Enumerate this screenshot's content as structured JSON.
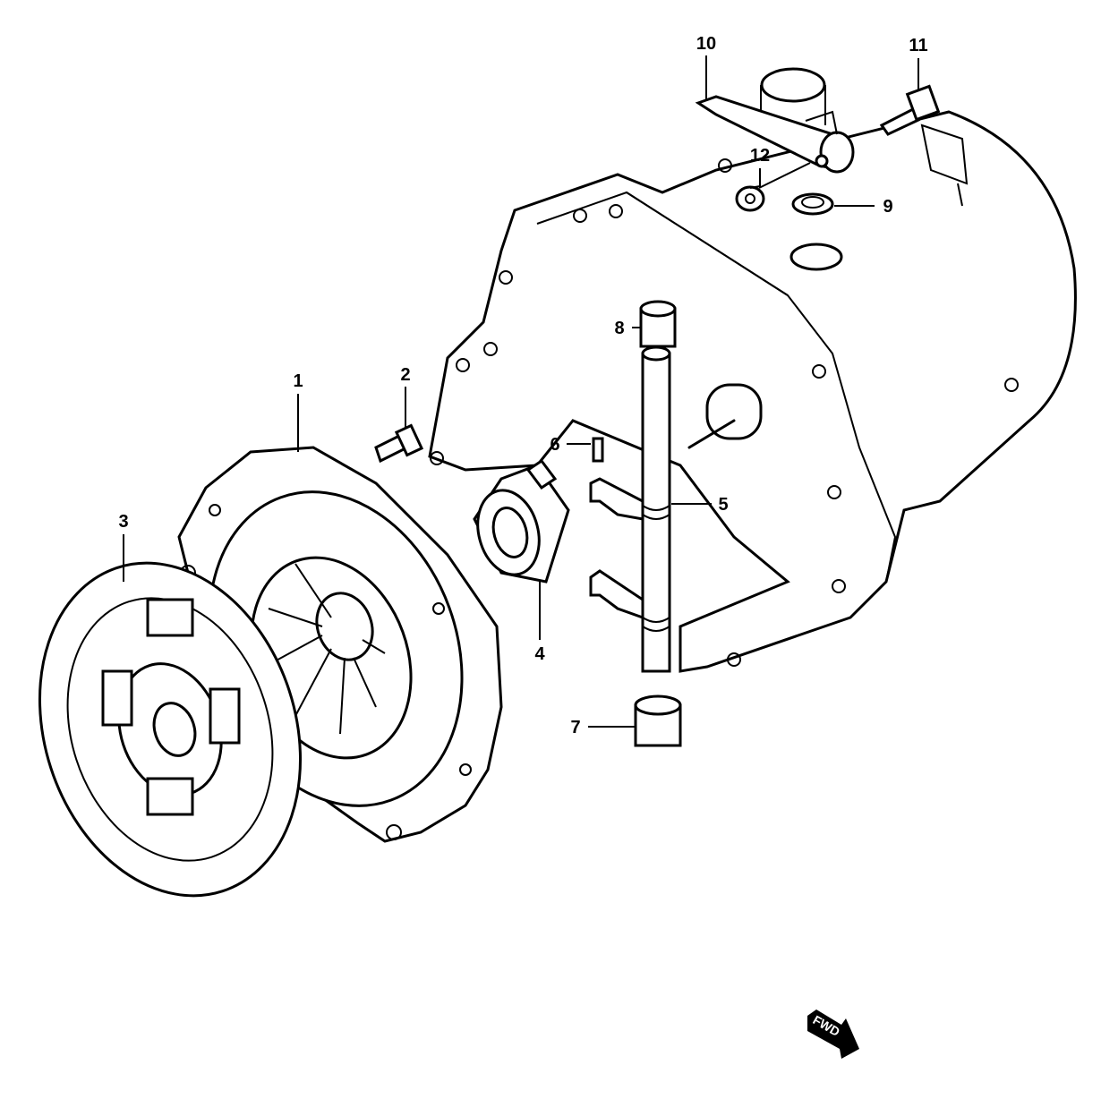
{
  "diagram": {
    "type": "exploded parts diagram",
    "callouts": [
      "1",
      "2",
      "3",
      "4",
      "5",
      "6",
      "7",
      "8",
      "9",
      "10",
      "11",
      "12"
    ],
    "direction_marker": "FWD"
  }
}
